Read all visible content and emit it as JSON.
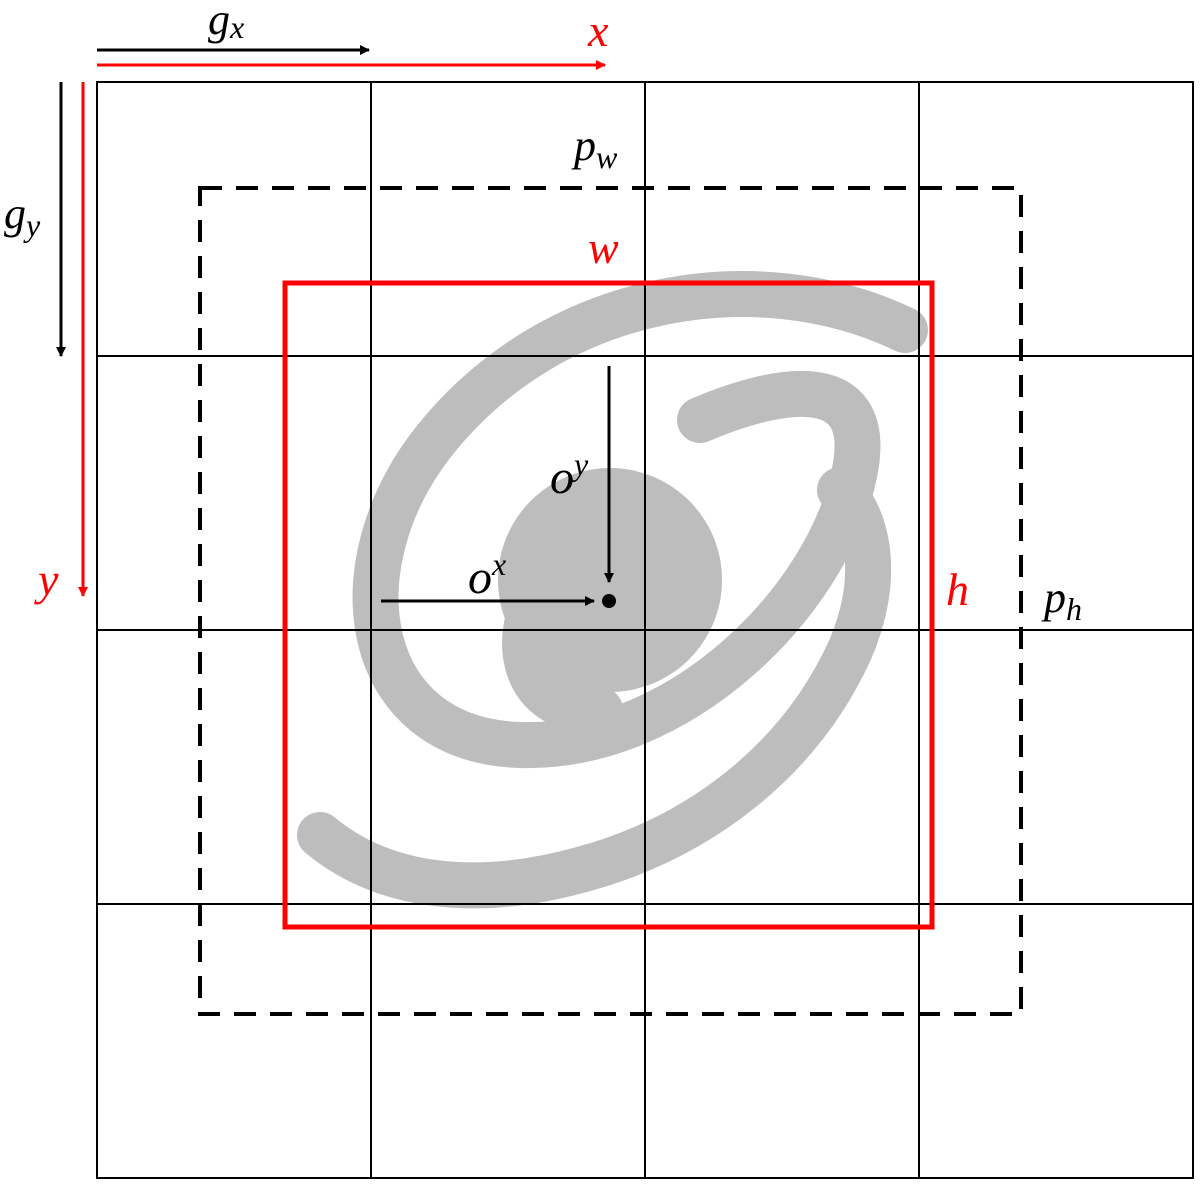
{
  "labels": {
    "gx": {
      "base": "g",
      "sub": "x"
    },
    "gy": {
      "base": "g",
      "sub": "y"
    },
    "x": "x",
    "y": "y",
    "pw": {
      "base": "p",
      "sub": "w"
    },
    "ph": {
      "base": "p",
      "sub": "h"
    },
    "w": "w",
    "h": "h",
    "ox": {
      "base": "o",
      "sup": "x"
    },
    "oy": {
      "base": "o",
      "sup": "y"
    }
  },
  "colors": {
    "black": "#000000",
    "red": "#ff0000",
    "galaxy": "#bdbdbd",
    "background": "#ffffff"
  },
  "grid": {
    "rows": 4,
    "cols": 4
  }
}
